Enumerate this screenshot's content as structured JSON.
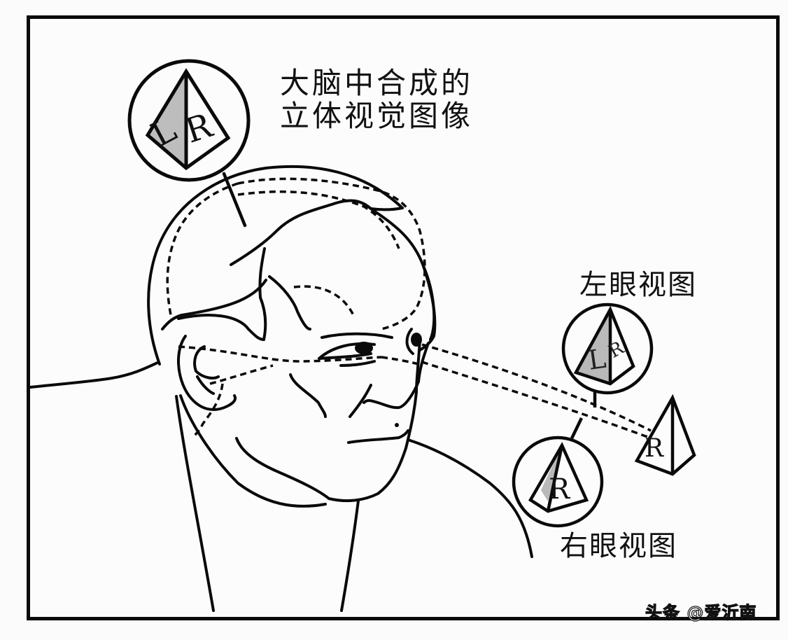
{
  "diagram": {
    "title": "Stereoscopic vision diagram",
    "labels": {
      "brain_image_line1": "大脑中合成的",
      "brain_image_line2": "立体视觉图像",
      "left_eye_view": "左眼视图",
      "right_eye_view": "右眼视图"
    },
    "pyramids": {
      "brain_combined": {
        "letters": "LR"
      },
      "left_eye": {
        "letters": "LR"
      },
      "right_eye": {
        "letters": "R"
      },
      "object": {
        "letters": "R"
      }
    },
    "watermark": "头条 @爱沂南",
    "colors": {
      "line": "#0a0a0a",
      "shade": "#b9b9b9",
      "background": "#fcfcfd"
    }
  }
}
